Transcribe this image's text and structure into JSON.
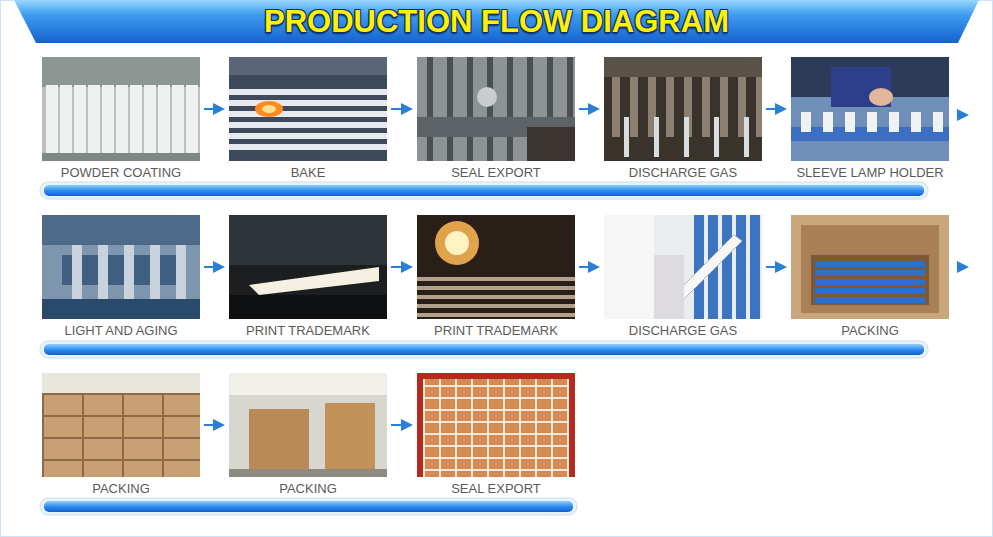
{
  "diagram": {
    "title": "PRODUCTION FLOW DIAGRAM",
    "nodes": [
      {
        "text": [
          "POWDER COATING"
        ]
      },
      {
        "text": [
          "BAKE"
        ]
      },
      {
        "text": [
          "SEAL EXPORT"
        ]
      },
      {
        "text": [
          "DISCHARGE GAS"
        ]
      },
      {
        "text": [
          "SLEEVE LAMP HOLDER"
        ]
      },
      {
        "text": [
          "LIGHT AND AGING"
        ]
      },
      {
        "text": [
          "PRINT TRADEMARK"
        ]
      },
      {
        "text": [
          "PRINT TRADEMARK"
        ]
      },
      {
        "text": [
          "DISCHARGE GAS"
        ]
      },
      {
        "text": [
          "PACKING"
        ]
      },
      {
        "text": [
          "PACKING"
        ]
      },
      {
        "text": [
          "PACKING"
        ]
      },
      {
        "text": [
          "SEAL EXPORT"
        ]
      }
    ],
    "edges": [
      {
        "from": 0,
        "to": 1,
        "arrow": "to"
      },
      {
        "from": 1,
        "to": 2,
        "arrow": "to"
      },
      {
        "from": 2,
        "to": 3,
        "arrow": "to"
      },
      {
        "from": 3,
        "to": 4,
        "arrow": "to"
      },
      {
        "from": 5,
        "to": 6,
        "arrow": "to"
      },
      {
        "from": 6,
        "to": 7,
        "arrow": "to"
      },
      {
        "from": 7,
        "to": 8,
        "arrow": "to"
      },
      {
        "from": 8,
        "to": 9,
        "arrow": "to"
      },
      {
        "from": 10,
        "to": 11,
        "arrow": "to"
      },
      {
        "from": 11,
        "to": 12,
        "arrow": "to"
      }
    ]
  }
}
